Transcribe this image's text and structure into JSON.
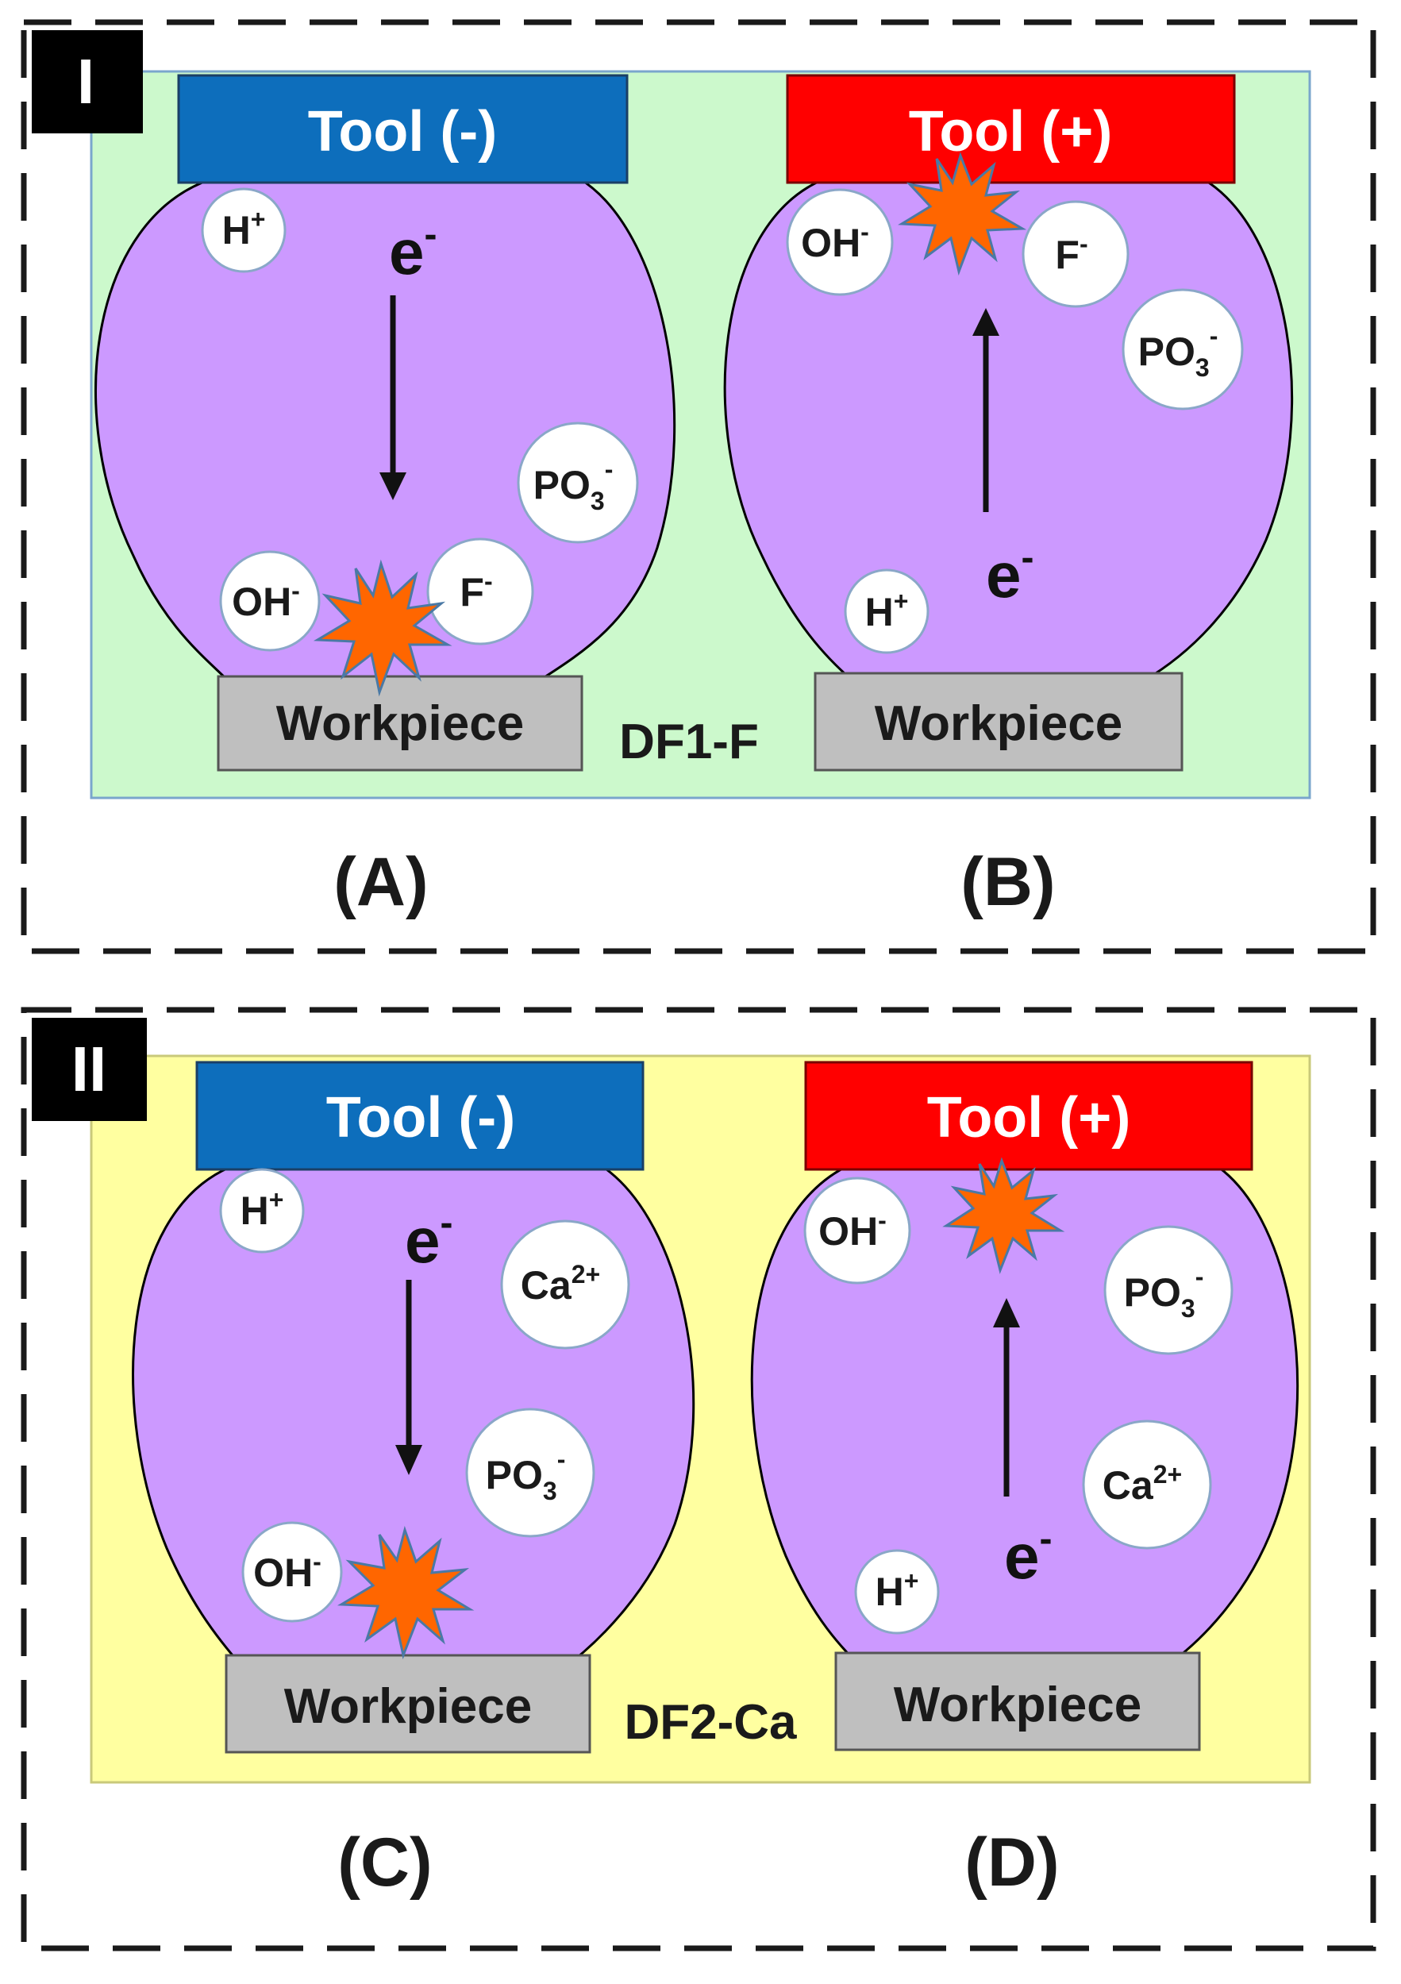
{
  "groups": [
    {
      "roman": "I",
      "fluid_label": "DF1-F",
      "background": "#ccf9cc",
      "panels": [
        {
          "letter": "(A)",
          "tool": "Tool (-)",
          "tool_color": "#0d6ebc",
          "workpiece": "Workpiece",
          "electron": "e",
          "electron_sup": "-",
          "ions": [
            {
              "main": "H",
              "sup": "+"
            },
            {
              "main": "PO",
              "sub": "3",
              "sup": "-"
            },
            {
              "main": "OH",
              "sup": "-"
            },
            {
              "main": "F",
              "sup": "-"
            }
          ]
        },
        {
          "letter": "(B)",
          "tool": "Tool (+)",
          "tool_color": "#ff0000",
          "workpiece": "Workpiece",
          "electron": "e",
          "electron_sup": "-",
          "ions": [
            {
              "main": "OH",
              "sup": "-"
            },
            {
              "main": "F",
              "sup": "-"
            },
            {
              "main": "PO",
              "sub": "3",
              "sup": "-"
            },
            {
              "main": "H",
              "sup": "+"
            }
          ]
        }
      ]
    },
    {
      "roman": "II",
      "fluid_label": "DF2-Ca",
      "background": "#ffffa0",
      "panels": [
        {
          "letter": "(C)",
          "tool": "Tool (-)",
          "tool_color": "#0d6ebc",
          "workpiece": "Workpiece",
          "electron": "e",
          "electron_sup": "-",
          "ions": [
            {
              "main": "H",
              "sup": "+"
            },
            {
              "main": "Ca",
              "sup": "2+"
            },
            {
              "main": "PO",
              "sub": "3",
              "sup": "-"
            },
            {
              "main": "OH",
              "sup": "-"
            }
          ]
        },
        {
          "letter": "(D)",
          "tool": "Tool (+)",
          "tool_color": "#ff0000",
          "workpiece": "Workpiece",
          "electron": "e",
          "electron_sup": "-",
          "ions": [
            {
              "main": "OH",
              "sup": "-"
            },
            {
              "main": "PO",
              "sub": "3",
              "sup": "-"
            },
            {
              "main": "Ca",
              "sup": "2+"
            },
            {
              "main": "H",
              "sup": "+"
            }
          ]
        }
      ]
    }
  ],
  "colors": {
    "plasma": "#cc99ff",
    "workpiece": "#bfbfbf",
    "spark": "#ff6600",
    "spark_outline": "#4a79a5",
    "ion_fill": "#ffffff",
    "ion_outline": "#8aa7c8"
  }
}
